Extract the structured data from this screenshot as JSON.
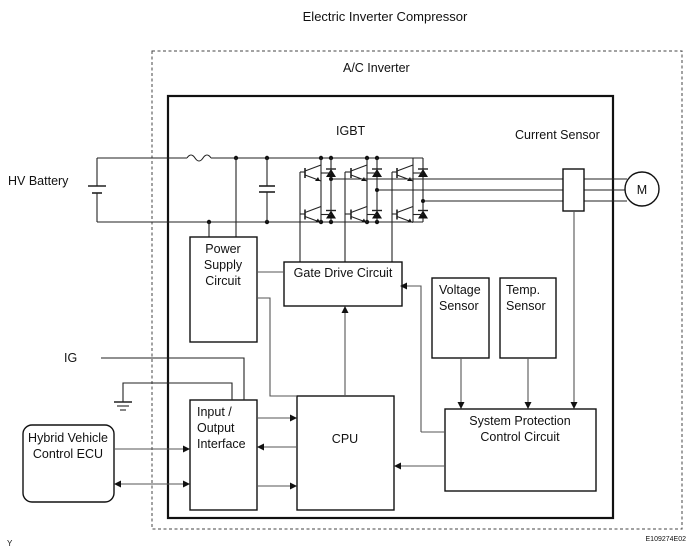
{
  "title": "Electric Inverter Compressor",
  "inverter_label": "A/C Inverter",
  "igbt_label": "IGBT",
  "current_sensor_label": "Current Sensor",
  "motor_label": "M",
  "hv_battery_label": "HV Battery",
  "ig_label": "IG",
  "blocks": {
    "power_supply": [
      "Power",
      "Supply",
      "Circuit"
    ],
    "gate_drive": "Gate Drive Circuit",
    "voltage_sensor": [
      "Voltage",
      "Sensor"
    ],
    "temp_sensor": [
      "Temp.",
      "Sensor"
    ],
    "io_interface": [
      "Input /",
      "Output",
      "Interface"
    ],
    "cpu": "CPU",
    "system_protection": [
      "System Protection",
      "Control Circuit"
    ],
    "hybrid_ecu": [
      "Hybrid Vehicle",
      "Control ECU"
    ]
  },
  "corner_left": "Y",
  "figure_code": "E109274E02"
}
